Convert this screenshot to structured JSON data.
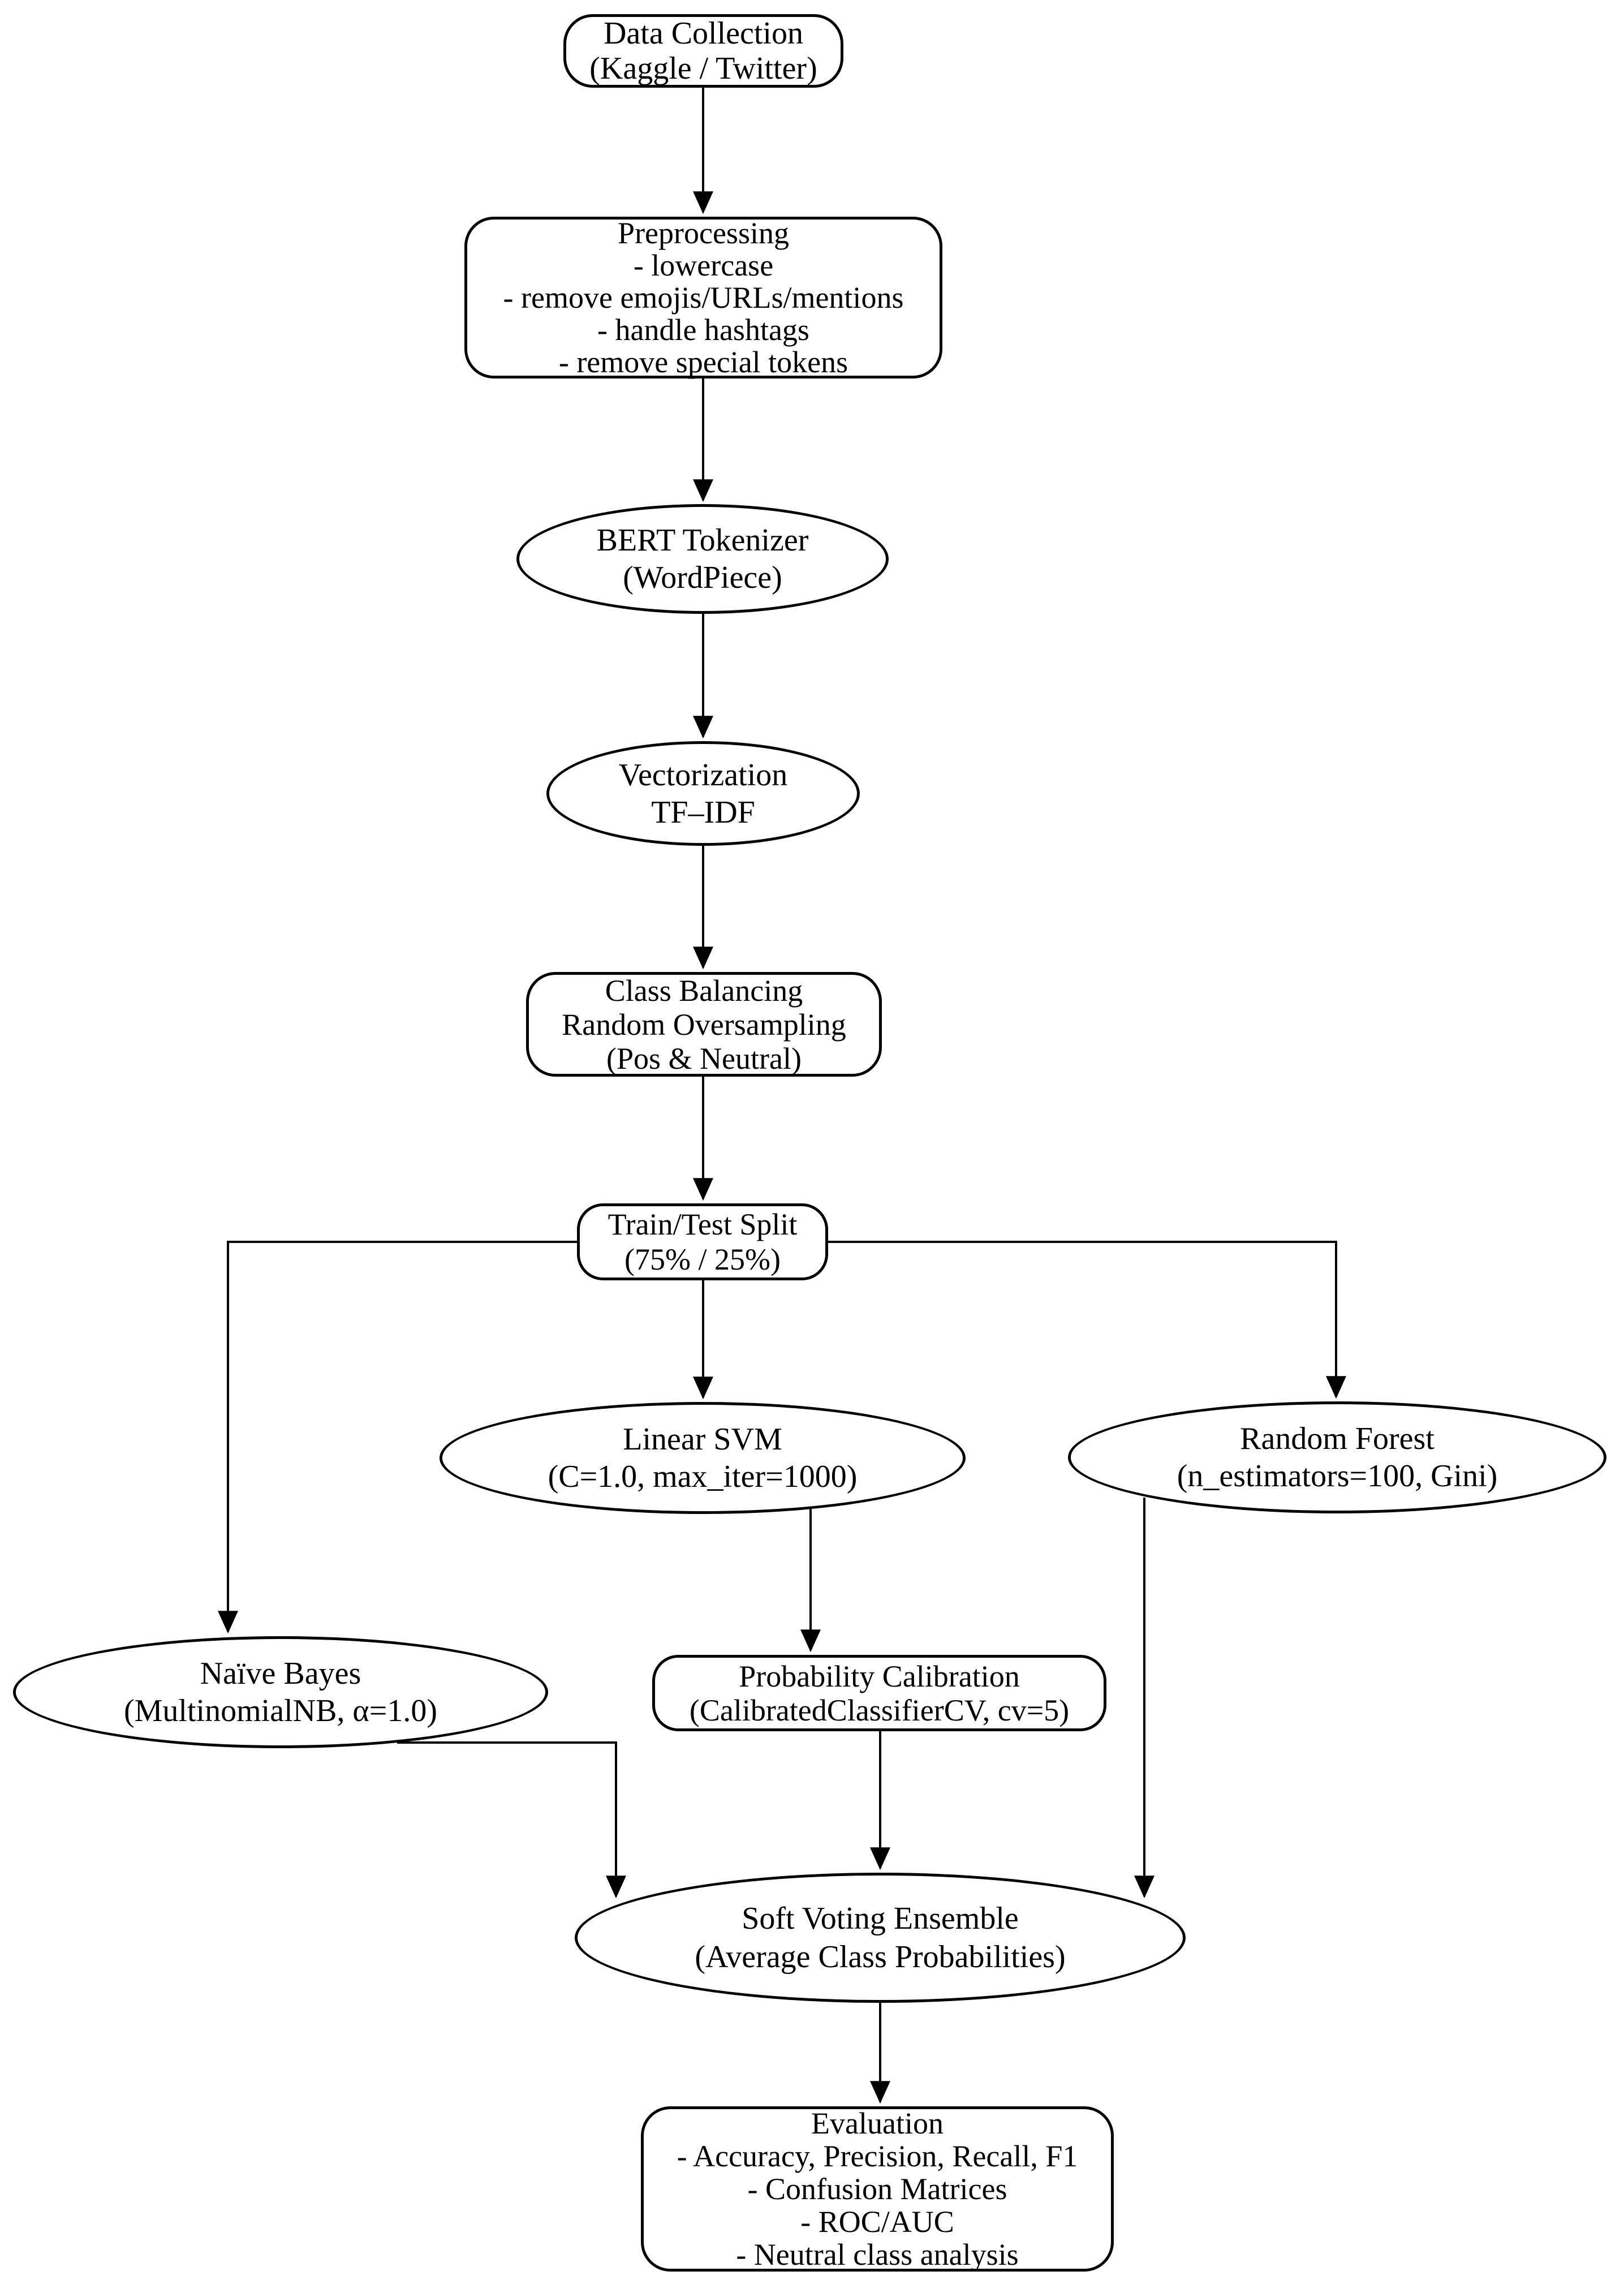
{
  "diagram": {
    "background_color": "#ffffff",
    "stroke_color": "#000000",
    "text_color": "#000000"
  },
  "nodes": {
    "data_collection": {
      "shape": "rounded-rect",
      "lines": [
        "Data Collection",
        "(Kaggle / Twitter)"
      ]
    },
    "preprocessing": {
      "shape": "rounded-rect",
      "lines": [
        "Preprocessing",
        "- lowercase",
        "- remove emojis/URLs/mentions",
        "- handle hashtags",
        "- remove special tokens"
      ]
    },
    "bert_tokenizer": {
      "shape": "ellipse",
      "lines": [
        "BERT Tokenizer",
        "(WordPiece)"
      ]
    },
    "vectorization": {
      "shape": "ellipse",
      "lines": [
        "Vectorization",
        "TF–IDF"
      ]
    },
    "class_balancing": {
      "shape": "rounded-rect",
      "lines": [
        "Class Balancing",
        "Random Oversampling",
        "(Pos & Neutral)"
      ]
    },
    "train_test_split": {
      "shape": "rounded-rect",
      "lines": [
        "Train/Test Split",
        "(75% / 25%)"
      ]
    },
    "linear_svm": {
      "shape": "ellipse",
      "lines": [
        "Linear SVM",
        "(C=1.0, max_iter=1000)"
      ]
    },
    "random_forest": {
      "shape": "ellipse",
      "lines": [
        "Random Forest",
        "(n_estimators=100, Gini)"
      ]
    },
    "naive_bayes": {
      "shape": "ellipse",
      "lines": [
        "Naïve Bayes",
        "(MultinomialNB, α=1.0)"
      ]
    },
    "probability_calibration": {
      "shape": "rounded-rect",
      "lines": [
        "Probability Calibration",
        "(CalibratedClassifierCV, cv=5)"
      ]
    },
    "soft_voting": {
      "shape": "ellipse",
      "lines": [
        "Soft Voting Ensemble",
        "(Average Class Probabilities)"
      ]
    },
    "evaluation": {
      "shape": "rounded-rect",
      "lines": [
        "Evaluation",
        "- Accuracy, Precision, Recall, F1",
        "- Confusion Matrices",
        "- ROC/AUC",
        "- Neutral class analysis"
      ]
    }
  },
  "edges": [
    {
      "from": "data_collection",
      "to": "preprocessing"
    },
    {
      "from": "preprocessing",
      "to": "bert_tokenizer"
    },
    {
      "from": "bert_tokenizer",
      "to": "vectorization"
    },
    {
      "from": "vectorization",
      "to": "class_balancing"
    },
    {
      "from": "class_balancing",
      "to": "train_test_split"
    },
    {
      "from": "train_test_split",
      "to": "linear_svm"
    },
    {
      "from": "train_test_split",
      "to": "random_forest"
    },
    {
      "from": "train_test_split",
      "to": "naive_bayes"
    },
    {
      "from": "linear_svm",
      "to": "probability_calibration"
    },
    {
      "from": "probability_calibration",
      "to": "soft_voting"
    },
    {
      "from": "naive_bayes",
      "to": "soft_voting"
    },
    {
      "from": "random_forest",
      "to": "soft_voting"
    },
    {
      "from": "soft_voting",
      "to": "evaluation"
    }
  ]
}
